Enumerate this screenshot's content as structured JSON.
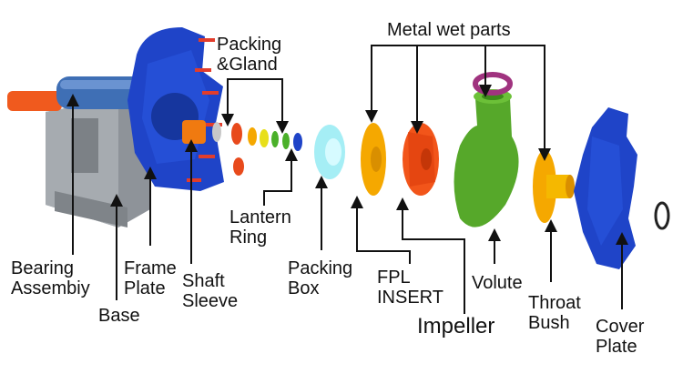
{
  "labels": {
    "packing_gland": "Packing\n&Gland",
    "metal_wet_parts": "Metal wet parts",
    "lantern_ring": "Lantern\nRing",
    "bearing_assembly": "Bearing\nAssembiy",
    "base": "Base",
    "frame_plate": "Frame\nPlate",
    "shaft_sleeve": "Shaft\nSleeve",
    "packing_box": "Packing\nBox",
    "fpl_insert": "FPL\nINSERT",
    "impeller": "Impeller",
    "volute": "Volute",
    "throat_bush": "Throat\nBush",
    "cover_plate": "Cover\nPlate"
  },
  "colors": {
    "frame_blue": "#1f44c8",
    "bearing_blue": "#3f6fb5",
    "shaft_orange": "#f05a1e",
    "base_gray": "#8e9399",
    "yellow_parts": "#f5a800",
    "impeller_orange": "#f2551a",
    "volute_green": "#56a82a",
    "packing_box_cyan": "#a5eef5",
    "ring_purple": "#a0337f",
    "leader_lines": "#111111"
  }
}
